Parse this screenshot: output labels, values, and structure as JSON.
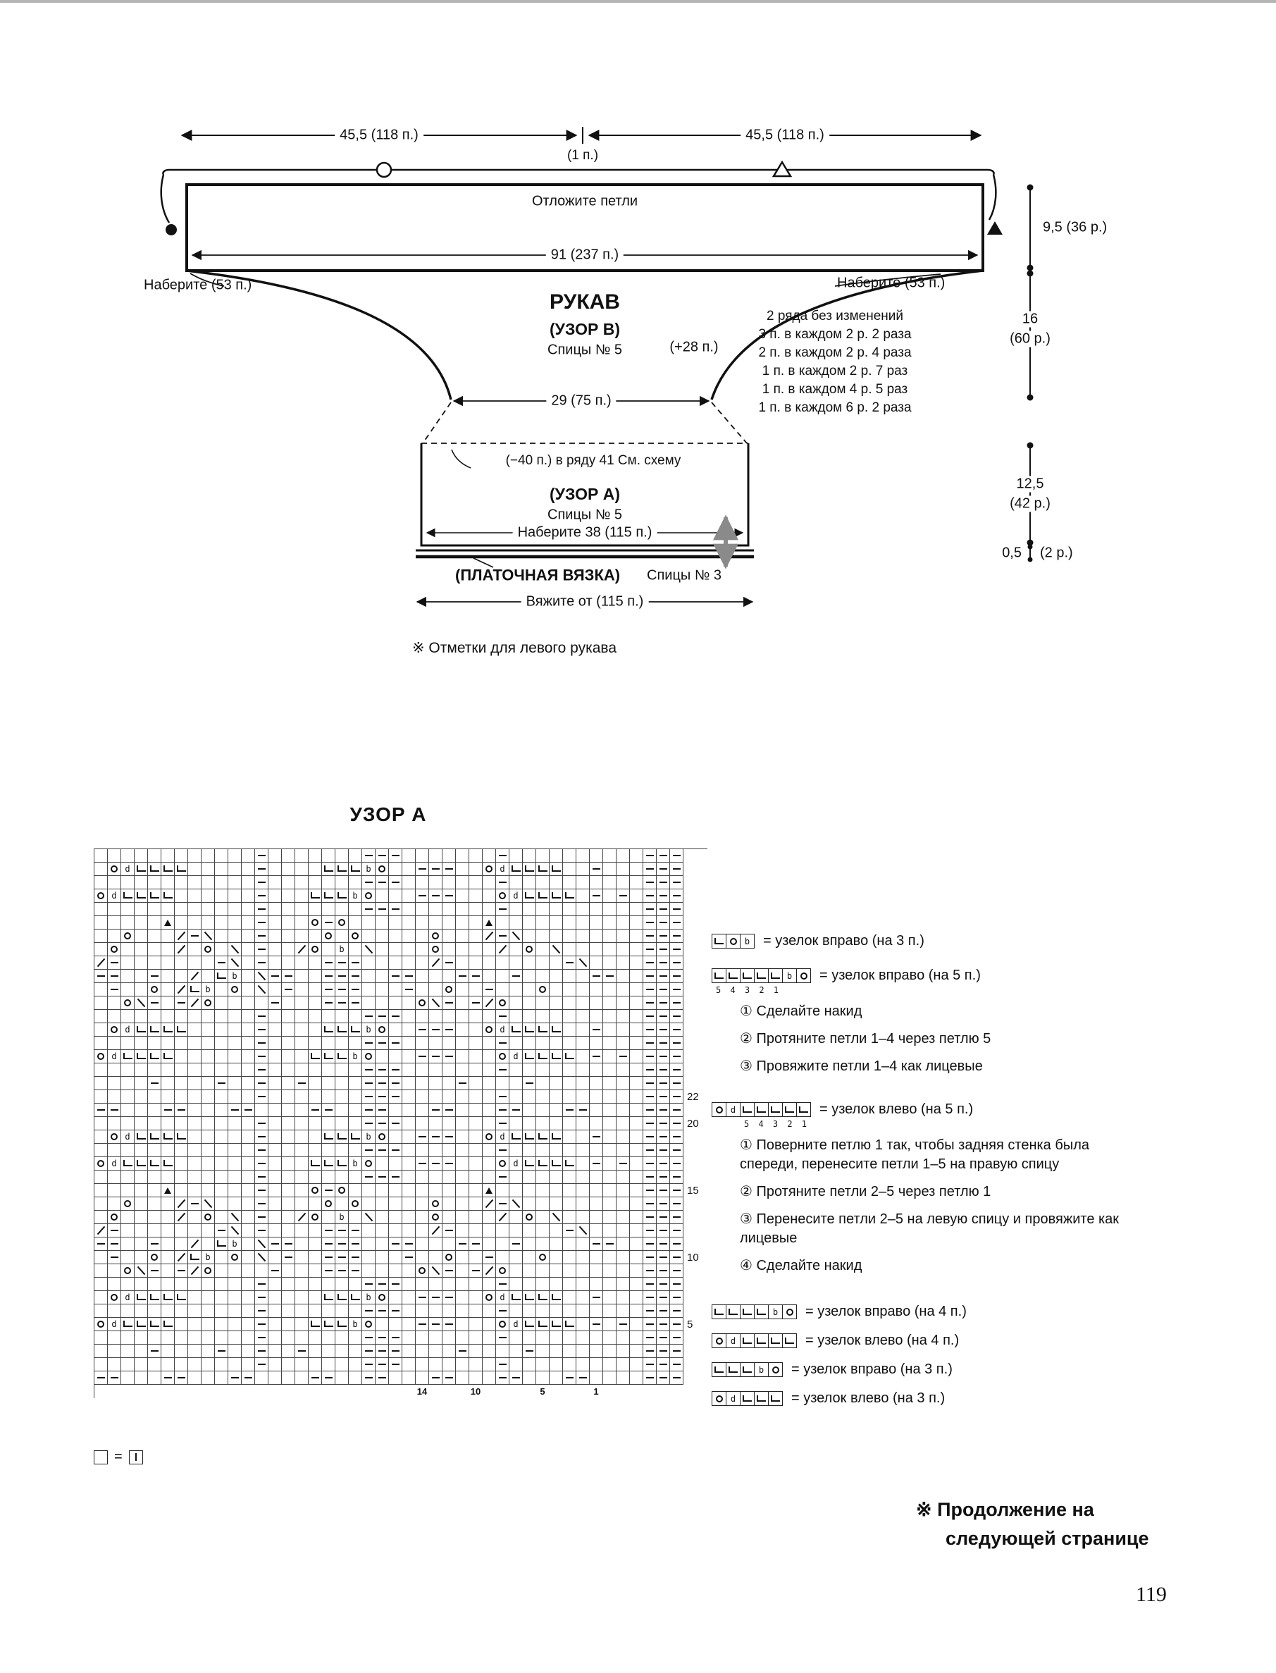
{
  "schematic": {
    "dim_top_left": "45,5 (118 п.)",
    "dim_top_right": "45,5 (118 п.)",
    "dim_center": "(1 п.)",
    "hold_sts": "Отложите петли",
    "width": "91 (237 п.)",
    "cast_on_left": "Наберите (53 п.)",
    "cast_on_right": "Наберите (53 п.)",
    "part_title": "РУКАВ",
    "pattern_b": "(УЗОР B)",
    "needles_5": "Спицы № 5",
    "plus_sts": "(+28 п.)",
    "shaping_lines": [
      "2 ряда без изменений",
      "3 п. в каждом 2 р. 2 раза",
      "2 п. в каждом 2 р. 4 раза",
      "1 п. в каждом 2 р. 7 раз",
      "1 п. в каждом 4 р. 5 раз",
      "1 п. в каждом 6 р. 2 раза"
    ],
    "waist": "29 (75 п.)",
    "cuff_note": "(−40 п.) в ряду 41 См. схему",
    "pattern_a": "(УЗОР A)",
    "needles_5_cuff": "Спицы № 5",
    "cast_on_cuff": "Наберите 38 (115 п.)",
    "garter": "(ПЛАТОЧНАЯ ВЯЗКА)",
    "needles_3": "Спицы № 3",
    "knit_from": "Вяжите от (115 п.)",
    "meas_yoke": "9,5 (36 р.)",
    "meas_sleeve_cm": "16",
    "meas_sleeve_rows": "(60 р.)",
    "meas_cuff_cm": "12,5",
    "meas_cuff_rows": "(42 р.)",
    "meas_band_cm": "0,5",
    "meas_band_rows": "(2 р.)",
    "footnote": "※ Отметки для левого рукава"
  },
  "chart": {
    "title": "УЗОР A",
    "rows": [
      "............-.......---.......-..........---",
      ".Oduuuu.....-....uuubo..---..Oduuuu..-...---",
      "............-.......---.......-..........---",
      "Oduuuu......-...uuubo...---...Oduuuu.-.-.---",
      "............-.......---.......-..........---",
      ".....A......-...o-o..........A...........---",
      "..o...L-R...-....o.o.....o...L-R.........---",
      ".o....L.o.R.-..Lo.b.R....o....L.o.R......---",
      "L-.......-R.-....---.....L-........-R....---",
      "--..-..L.ub.R--..---..--...--..-.....--..---",
      ".-..o.Lub.o.R.-..---...-..o..-...o.......---",
      "..oR-.-Lo....-...---....oR-.-Lo..........---",
      "............-.......---.......-..........---",
      ".Oduuuu.....-....uuubo..---..Oduuuu..-...---",
      "............-.......---.......-..........---",
      "Oduuuu......-...uuubo...---...Oduuuu.-.-.---",
      "............-.......---.......-..........---",
      "....-....-..-..-....---....-....-........---",
      "............-.......---.......-..........---",
      "--...--...--....--..--...--...--...--....---",
      "............-.......---.......-..........---",
      ".Oduuuu.....-....uuubo..---..Oduuuu..-...---",
      "............-.......---.......-..........---",
      "Oduuuu......-...uuubo...---...Oduuuu.-.-.---",
      "............-.......---.......-..........---",
      ".....A......-...o-o..........A...........---",
      "..o...L-R...-....o.o.....o...L-R.........---",
      ".o....L.o.R.-..Lo.b.R....o....L.o.R......---",
      "L-.......-R.-....---.....L-........-R....---",
      "--..-..L.ub.R--..---..--...--..-.....--..---",
      ".-..o.Lub.o.R.-..---...-..o..-...o.......---",
      "..oR-.-Lo....-...---....oR-.-Lo..........---",
      "............-.......---.......-..........---",
      ".Oduuuu.....-....uuubo..---..Oduuuu..-...---",
      "............-.......---.......-..........---",
      "Oduuuu......-...uuubo...---...Oduuuu.-.-.---",
      "............-.......---.......-..........---",
      "....-....-..-..-....---....-....-........---",
      "............-.......---.......-..........---",
      "--...--...--....--..--...--...--...--....---"
    ],
    "row_labels": [
      {
        "index": 18,
        "text": "22"
      },
      {
        "index": 20,
        "text": "20"
      },
      {
        "index": 25,
        "text": "15"
      },
      {
        "index": 30,
        "text": "10"
      },
      {
        "index": 35,
        "text": "5"
      }
    ],
    "col_labels": [
      {
        "index": 24,
        "text": "14"
      },
      {
        "index": 28,
        "text": "10"
      },
      {
        "index": 33,
        "text": "5"
      },
      {
        "index": 37,
        "text": "1"
      }
    ]
  },
  "legend": {
    "items": [
      {
        "cells": "uob",
        "label": "= узелок вправо (на 3 п.)"
      },
      {
        "cells": "uuuuubo",
        "nums": "5 4 3 2 1",
        "label": "= узелок вправо (на 5 п.)",
        "steps": [
          "① Сделайте накид",
          "② Протяните петли 1–4 через петлю 5",
          "③ Провяжите петли 1–4 как лицевые"
        ]
      },
      {
        "cells": "Oduuuuu",
        "nums": "5 4 3 2 1",
        "label": "= узелок влево (на 5 п.)",
        "steps": [
          "① Поверните петлю 1 так, чтобы задняя стенка была спереди, перенесите петли 1–5 на правую спицу",
          "② Протяните петли 2–5 через петлю 1",
          "③ Перенесите петли 2–5 на левую спицу и провяжите как лицевые",
          "④ Сделайте накид"
        ]
      },
      {
        "cells": "uuuubo",
        "label": "= узелок вправо (на 4 п.)"
      },
      {
        "cells": "Oduuuu",
        "label": "= узелок влево (на 4 п.)"
      },
      {
        "cells": "uuubo",
        "label": "= узелок вправо (на 3 п.)"
      },
      {
        "cells": "Oduuu",
        "label": "= узелок влево (на 3 п.)"
      }
    ]
  },
  "key": {
    "equals": "="
  },
  "footer": {
    "continuation_line1": "※ Продолжение на",
    "continuation_line2": "следующей странице",
    "page_number": "119"
  }
}
